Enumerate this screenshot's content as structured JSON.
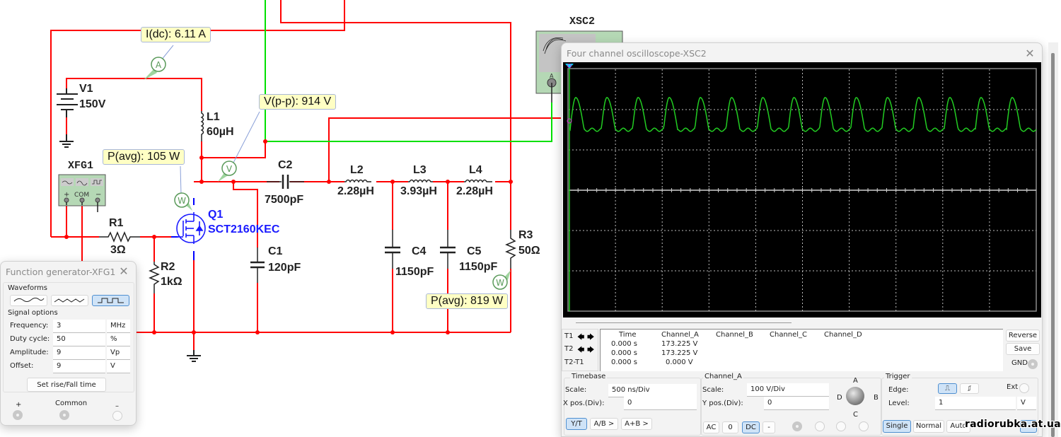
{
  "schematic": {
    "components": {
      "v1": {
        "ref": "V1",
        "value": "150V"
      },
      "l1": {
        "ref": "L1",
        "value": "60µH"
      },
      "c2": {
        "ref": "C2",
        "value": "7500pF"
      },
      "l2": {
        "ref": "L2",
        "value": "2.28µH"
      },
      "l3": {
        "ref": "L3",
        "value": "3.93µH"
      },
      "l4": {
        "ref": "L4",
        "value": "2.28µH"
      },
      "c1": {
        "ref": "C1",
        "value": "120pF"
      },
      "c4": {
        "ref": "C4",
        "value": "1150pF"
      },
      "c5": {
        "ref": "C5",
        "value": "1150pF"
      },
      "r1": {
        "ref": "R1",
        "value": "3Ω"
      },
      "r2": {
        "ref": "R2",
        "value": "1kΩ"
      },
      "r3": {
        "ref": "R3",
        "value": "50Ω"
      },
      "q1": {
        "ref": "Q1",
        "value": "SCT2160KEC"
      }
    },
    "instruments": {
      "xfg1": {
        "ref": "XFG1",
        "pins": [
          "+",
          "COM",
          "−"
        ]
      },
      "xsc2": {
        "ref": "XSC2",
        "pin": "A"
      }
    },
    "probes": {
      "current": {
        "label": "I(dc): 6.11 A",
        "icon": "A"
      },
      "voltage": {
        "label": "V(p-p): 914 V",
        "icon": "V"
      },
      "power_q1": {
        "label": "P(avg): 105 W",
        "icon": "W"
      },
      "power_load": {
        "label": "P(avg): 819 W",
        "icon": "W"
      }
    },
    "colors": {
      "wire": "#ff0000",
      "scope_wire": "#00e000",
      "gate_wire": "#0000ff",
      "probe_bg": "#ffffc4"
    }
  },
  "function_generator": {
    "title": "Function generator-XFG1",
    "waveforms_label": "Waveforms",
    "waveforms": [
      "sine",
      "triangle",
      "square"
    ],
    "selected_waveform": "square",
    "signal_options_label": "Signal options",
    "fields": [
      {
        "label": "Frequency:",
        "value": "3",
        "unit": "MHz"
      },
      {
        "label": "Duty cycle:",
        "value": "50",
        "unit": "%"
      },
      {
        "label": "Amplitude:",
        "value": "9",
        "unit": "Vp"
      },
      {
        "label": "Offset:",
        "value": "9",
        "unit": "V"
      }
    ],
    "rise_fall_button": "Set rise/Fall time",
    "terminals": {
      "plus": "+",
      "common": "Common",
      "minus": "–"
    }
  },
  "oscilloscope": {
    "title": "Four channel oscilloscope-XSC2",
    "cursor_table": {
      "row_labels": [
        "T1",
        "T2",
        "T2-T1"
      ],
      "headers": [
        "Time",
        "Channel_A",
        "Channel_B",
        "Channel_C",
        "Channel_D"
      ],
      "rows": [
        [
          "0.000 s",
          "173.225 V",
          "",
          "",
          ""
        ],
        [
          "0.000 s",
          "173.225 V",
          "",
          "",
          ""
        ],
        [
          "0.000 s",
          "0.000 V",
          "",
          "",
          ""
        ]
      ]
    },
    "buttons": {
      "reverse": "Reverse",
      "save": "Save",
      "gnd": "GND"
    },
    "timebase": {
      "title": "Timebase",
      "scale_label": "Scale:",
      "scale_value": "500 ns/Div",
      "xpos_label": "X pos.(Div):",
      "xpos_value": "0",
      "modes": [
        "Y/T",
        "A/B >",
        "A+B >"
      ],
      "active_mode": "Y/T"
    },
    "channel": {
      "title": "Channel_A",
      "scale_label": "Scale:",
      "scale_value": "100  V/Div",
      "ypos_label": "Y pos.(Div):",
      "ypos_value": "0",
      "coupling": [
        "AC",
        "0",
        "DC",
        "-"
      ],
      "active_coupling": "DC",
      "selector": {
        "a": "A",
        "b": "B",
        "c": "C",
        "d": "D"
      }
    },
    "trigger": {
      "title": "Trigger",
      "edge_label": "Edge:",
      "ext_label": "Ext",
      "level_label": "Level:",
      "level_value": "1",
      "level_unit": "V",
      "modes": [
        "Single",
        "Normal",
        "Auto"
      ],
      "active_mode": "Single"
    },
    "trace": {
      "channel": "A",
      "color": "#22cc22",
      "scale_v_per_div": 100,
      "time_per_div_ns": 500,
      "frequency_mhz": 3,
      "cycles_visible": 15,
      "peak_v": 230,
      "trough_v": 150
    }
  },
  "watermark": "radiorubka.at.ua"
}
